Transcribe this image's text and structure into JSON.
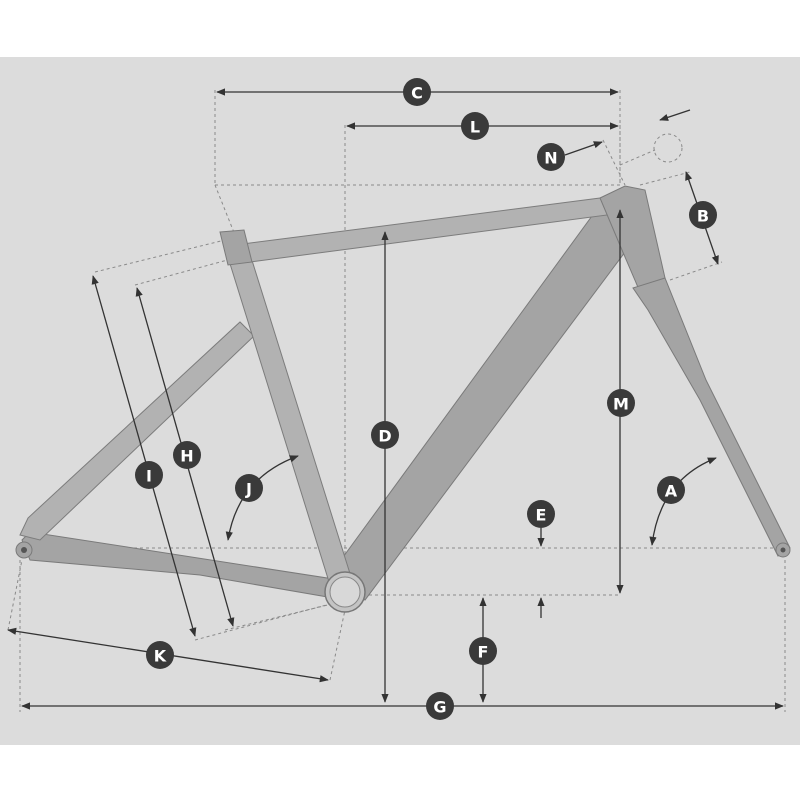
{
  "labels": {
    "A": "A",
    "B": "B",
    "C": "C",
    "D": "D",
    "E": "E",
    "F": "F",
    "G": "G",
    "H": "H",
    "I": "I",
    "J": "J",
    "K": "K",
    "L": "L",
    "M": "M",
    "N": "N"
  },
  "colors": {
    "background": "#dcdcdc",
    "frame": "#a6a6a6",
    "badge": "#3a3a3a",
    "line": "#333333"
  }
}
